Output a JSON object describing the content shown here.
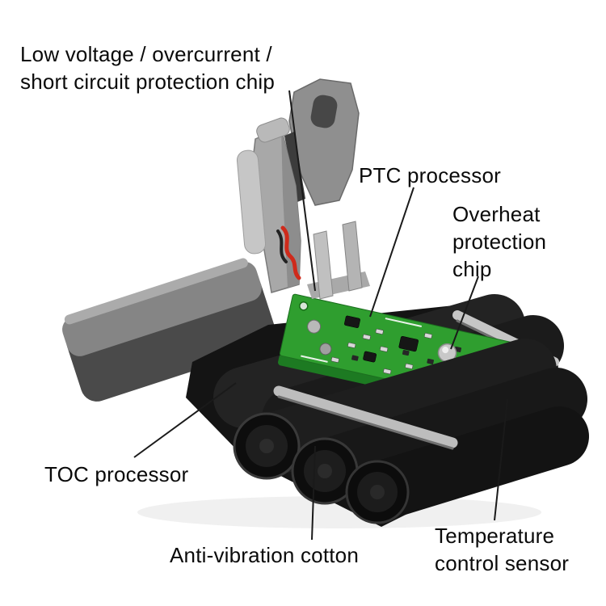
{
  "labels": {
    "low_voltage": {
      "lines": [
        "Low voltage / overcurrent /",
        "short circuit protection chip"
      ]
    },
    "ptc": {
      "text": "PTC processor"
    },
    "overheat": {
      "lines": [
        "Overheat",
        "protection",
        "chip"
      ]
    },
    "toc": {
      "text": "TOC processor"
    },
    "anti_vibration": {
      "text": "Anti-vibration cotton"
    },
    "temperature": {
      "lines": [
        "Temperature",
        "control sensor"
      ]
    }
  },
  "colors": {
    "background": "#ffffff",
    "text": "#0a0a0a",
    "callout_line": "#1a1a1a",
    "pcb_green": "#2f9e2f",
    "pcb_green_dark": "#1d7a22",
    "housing_gray": "#858585",
    "housing_gray_dark": "#4a4a4a",
    "metal_silver": "#bdbdbd",
    "wire_red": "#cf2a1b",
    "cell_black": "#141414"
  }
}
